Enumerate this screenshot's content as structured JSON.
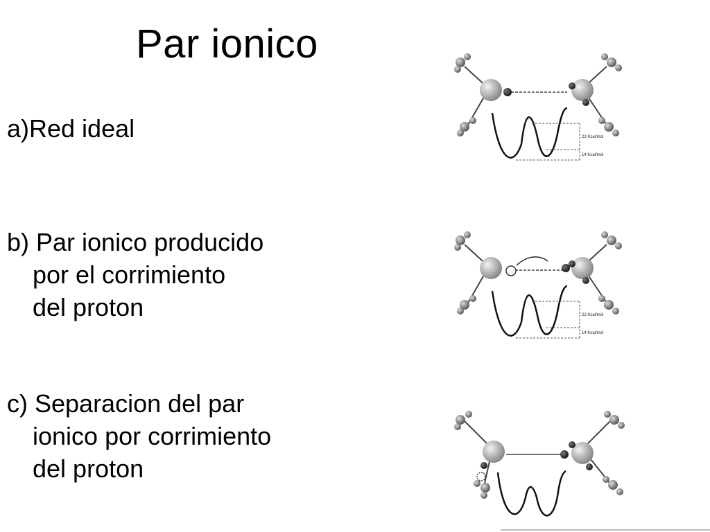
{
  "slide": {
    "title": "Par ionico",
    "items": [
      {
        "lines": [
          "a)Red ideal"
        ]
      },
      {
        "lines": [
          "b) Par ionico producido",
          "por el corrimiento",
          "del proton"
        ]
      },
      {
        "lines": [
          "c) Separacion del par",
          "ionico por corrimiento",
          "del proton"
        ]
      }
    ]
  },
  "figures": {
    "energy_upper": "22 Kcal/mol",
    "energy_lower": "14 Kcal/mol"
  }
}
